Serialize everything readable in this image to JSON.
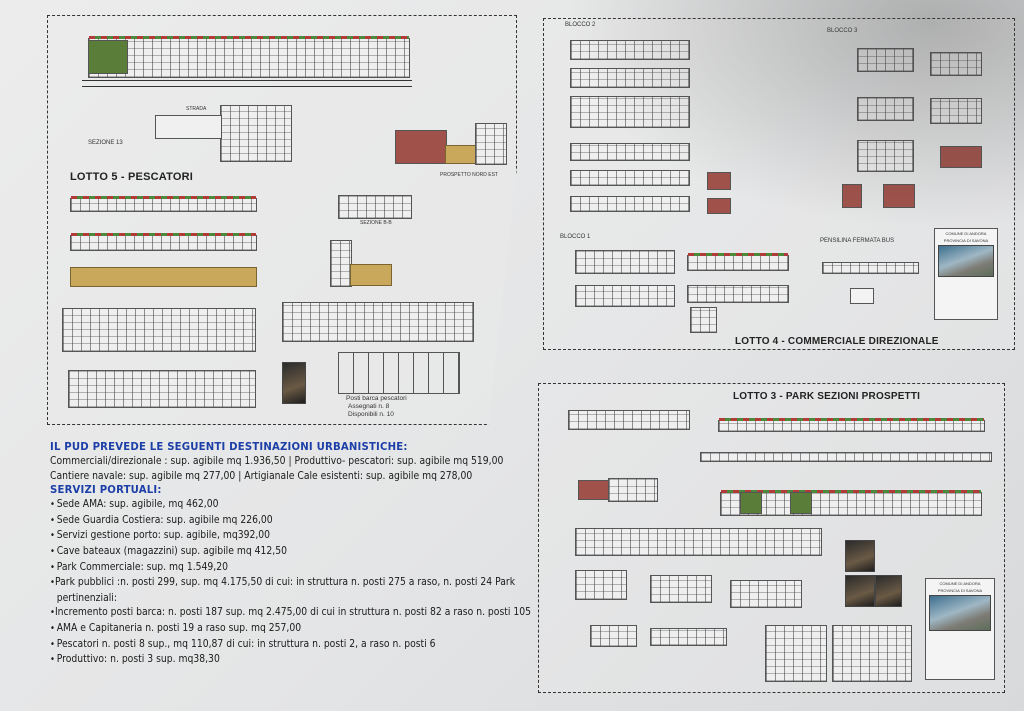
{
  "lotto5": {
    "title": "LOTTO 5 - PESCATORI",
    "sezione": "SEZIONE 13",
    "strada": "STRADA",
    "prospetto_nord_est": "PROSPETTO NORD EST",
    "sezione_b": "SEZIONE B-B",
    "posti_barca": [
      "Posti barca pescatori",
      "Assegnati n. 8",
      "Disponibili n. 10"
    ]
  },
  "lotto4": {
    "title": "LOTTO 4 - COMMERCIALE DIREZIONALE",
    "blocco2": "BLOCCO 2",
    "blocco3": "BLOCCO 3",
    "blocco1": "BLOCCO 1",
    "pensilina": "PENSILINA FERMATA BUS",
    "comune": "COMUNE DI ANDORA",
    "provincia": "PROVINCIA DI SAVONA"
  },
  "lotto3": {
    "title": "LOTTO 3 - PARK SEZIONI PROSPETTI",
    "comune": "COMUNE DI ANDORA",
    "provincia": "PROVINCIA DI SAVONA"
  },
  "text": {
    "heading1": "IL PUD PREVEDE LE SEGUENTI DESTINAZIONI URBANISTICHE:",
    "line1": "Commerciali/direzionale : sup. agibile mq 1.936,50    |    Produttivo- pescatori: sup. agibile mq 519,00",
    "line2": "Cantiere navale: sup. agibile mq  277,00     |    Artigianale Cale esistenti: sup. agibile  mq 278,00",
    "heading2": "SERVIZI PORTUALI:",
    "items": [
      "Sede  AMA: sup. agibile, mq 462,00",
      "Sede Guardia Costiera: sup. agibile mq 226,00",
      "Servizi gestione porto: sup. agibile, mq392,00",
      "Cave bateaux (magazzini) sup. agibile mq 412,50",
      "Park Commerciale:  sup. mq 1.549,20",
      "Park pubblici :n. posti 299, sup. mq 4.175,50 di cui: in struttura n. posti 275 a raso, n. posti  24 Park"
    ],
    "continuation": "pertinenziali:",
    "items2": [
      "Incremento posti barca: n. posti 187 sup. mq  2.475,00 di cui in struttura n. posti 82 a raso n. posti 105",
      "AMA e Capitaneria n. posti 19 a raso sup. mq 257,00",
      "Pescatori n. posti 8 sup., mq 110,87  di cui: in struttura n. posti 2, a raso n. posti 6",
      "Produttivo: n. posti 3 sup. mq38,30"
    ]
  },
  "colors": {
    "heading_blue": "#1d3fa8"
  }
}
